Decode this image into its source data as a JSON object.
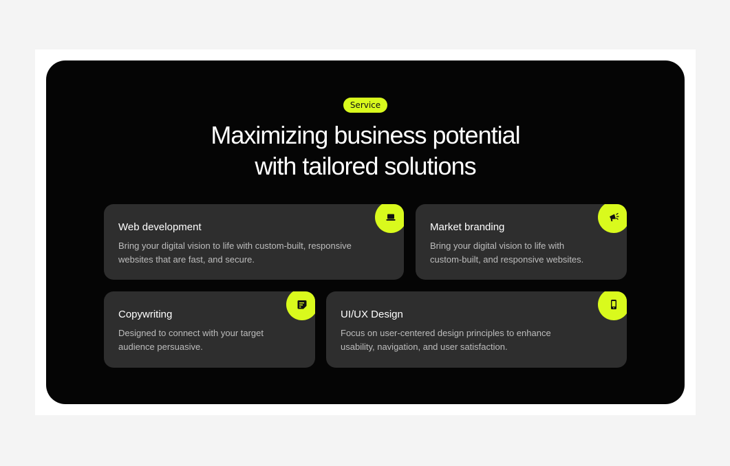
{
  "section": {
    "tag": "Service",
    "title_line1": "Maximizing business potential",
    "title_line2": "with tailored solutions"
  },
  "cards": [
    {
      "title": "Web development",
      "description_line1": "Bring your digital vision to life with custom-built, responsive",
      "description_line2": "websites that are fast, and secure.",
      "icon": "laptop-icon"
    },
    {
      "title": "Market branding",
      "description_line1": "Bring your digital vision to life with",
      "description_line2": "custom-built, and responsive websites.",
      "icon": "megaphone-icon"
    },
    {
      "title": "Copywriting",
      "description_line1": "Designed to connect with your target",
      "description_line2": "audience persuasive.",
      "icon": "note-edit-icon"
    },
    {
      "title": "UI/UX Design",
      "description_line1": "Focus on user-centered design principles to enhance",
      "description_line2": "usability, navigation, and user satisfaction.",
      "icon": "mobile-phone-icon"
    }
  ],
  "colors": {
    "accent": "#d9fa1d",
    "panel": "#050505",
    "card": "#2e2e2e",
    "page": "#f4f4f4"
  }
}
